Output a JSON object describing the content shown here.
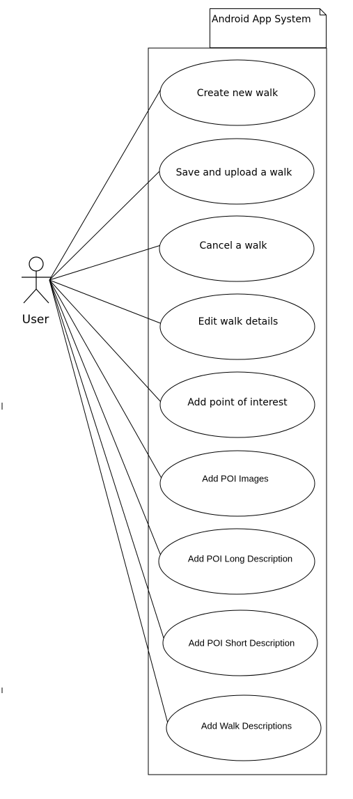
{
  "system": {
    "title": "Android App System"
  },
  "actor": {
    "name": "User"
  },
  "use_cases": [
    {
      "label": "Create new walk"
    },
    {
      "label": "Save and upload a walk"
    },
    {
      "label": "Cancel a walk"
    },
    {
      "label": "Edit walk details"
    },
    {
      "label": "Add point of interest"
    },
    {
      "label": "Add POI Images"
    },
    {
      "label": "Add POI Long Description"
    },
    {
      "label": "Add POI Short Description"
    },
    {
      "label": "Add Walk Descriptions"
    }
  ]
}
